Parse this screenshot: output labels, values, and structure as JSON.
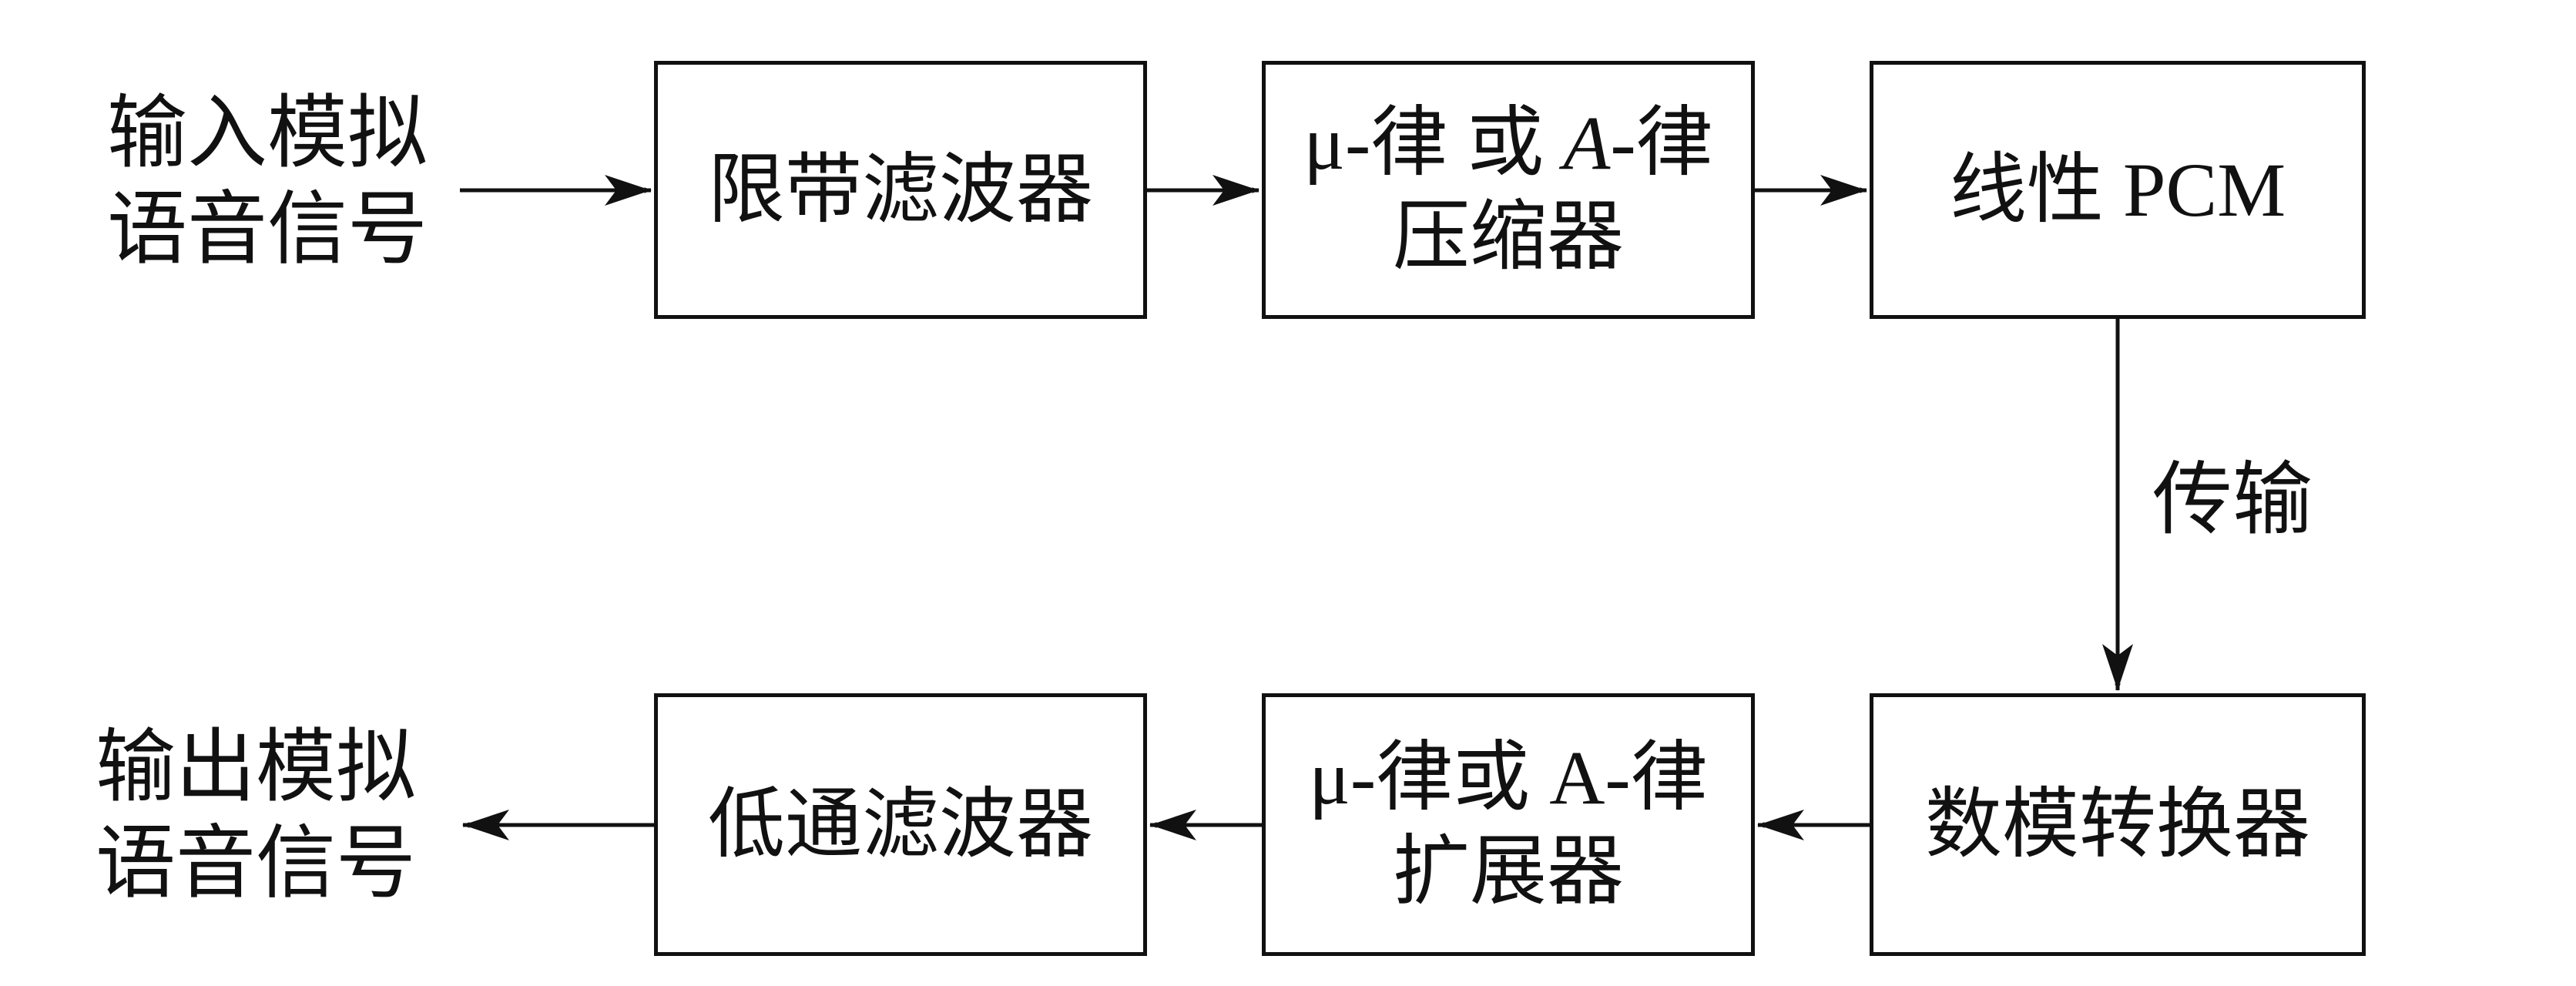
{
  "input_label": {
    "line1": "输入模拟",
    "line2": "语音信号"
  },
  "output_label": {
    "line1": "输出模拟",
    "line2": "语音信号"
  },
  "blocks": {
    "bandlimit_filter": "限带滤波器",
    "compressor": {
      "line1_a": "μ-律 或 ",
      "line1_b": "A",
      "line1_c": "-律",
      "line2": "压缩器"
    },
    "linear_pcm": "线性 PCM",
    "dac": "数模转换器",
    "expander": {
      "line1": "μ-律或 A-律",
      "line2": "扩展器"
    },
    "lowpass_filter": "低通滤波器"
  },
  "transmission_label": "传输"
}
